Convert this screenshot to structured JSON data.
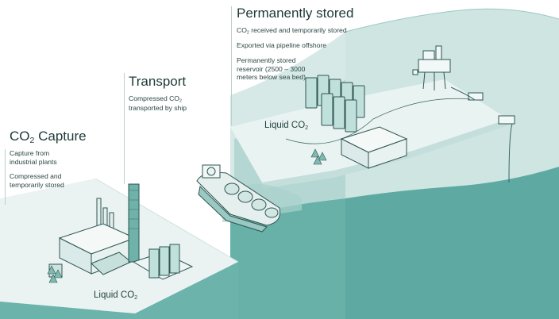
{
  "capture": {
    "title": "CO",
    "title_sub": "2",
    "title_rest": " Capture",
    "line1": "Capture from industrial plants",
    "line2": "Compressed and temporarily stored"
  },
  "transport": {
    "title": "Transport",
    "line1": "Compressed CO",
    "line1_sub": "2",
    "line1_rest": " transported by ship"
  },
  "storage": {
    "title": "Permanently stored",
    "line1": "CO",
    "line1_sub": "2",
    "line1_rest": " received and temporarily stored",
    "line2": "Exported via pipeline offshore",
    "line3": "Permanently stored reservoir (2500 – 3000 meters below sea bed)"
  },
  "labels": {
    "liquid_onshore": "Liquid CO",
    "liquid_onshore_sub": "2",
    "liquid_terminal": "Liquid CO",
    "liquid_terminal_sub": "2"
  },
  "colors": {
    "sea_deep": "#5aa8a0",
    "sea_light": "#cde3e0",
    "land_top": "#e8f2f1",
    "outline": "#2f5552"
  }
}
